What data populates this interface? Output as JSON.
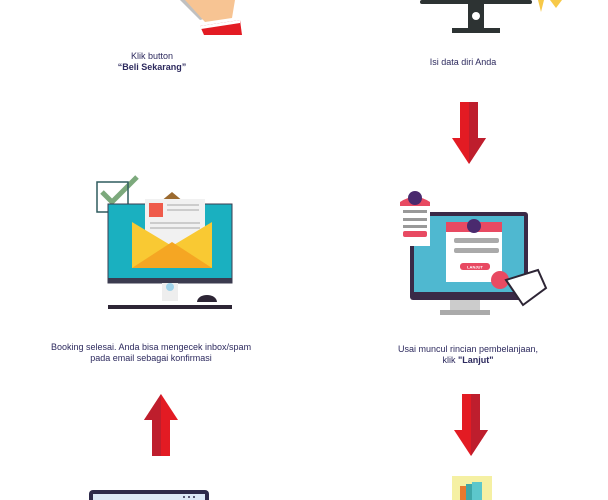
{
  "steps": [
    {
      "line1": "Klik button",
      "line2": "“Beli Sekarang”"
    },
    {
      "line1": "Isi data diri Anda"
    },
    {
      "line1": "Usai muncul rincian pembelanjaan,",
      "line2_prefix": "klik ",
      "line2_bold": "\"Lanjut\""
    },
    {
      "line1": "Booking selesai. Anda bisa mengecek inbox/spam",
      "line2": "pada email sebagai konfirmasi"
    }
  ],
  "illustration": {
    "button_label": "LANJUT"
  },
  "colors": {
    "text": "#2d2a5e",
    "arrow": "#e31b23",
    "arrow_shade": "#be1e2d",
    "teal": "#1ab0c0",
    "envelope": "#f9c933"
  }
}
